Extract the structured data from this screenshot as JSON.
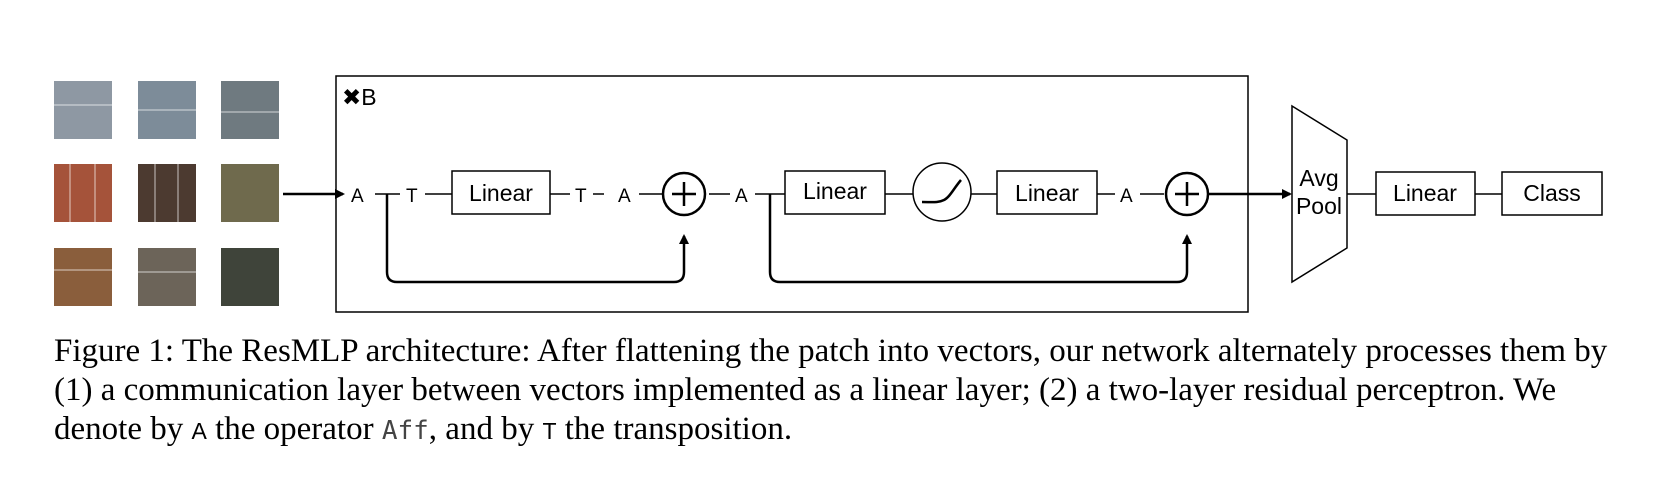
{
  "block": {
    "repeat_label": "✖B"
  },
  "diagram": {
    "op_A": "A",
    "op_T": "T",
    "linear": "Linear",
    "avg_pool_line1": "Avg",
    "avg_pool_line2": "Pool",
    "class": "Class"
  },
  "patches": {
    "colors": [
      "#8e98a3",
      "#7d8c99",
      "#6f7a80",
      "#a5533a",
      "#4c3a30",
      "#6f6a4d",
      "#8a5e3c",
      "#6c6459",
      "#3f443a"
    ]
  },
  "caption": {
    "prefix": "Figure 1: The ResMLP architecture: After flattening the patch into vectors, our network alternately processes them by (1) a communication layer between vectors implemented as a linear layer; (2) a two-layer residual perceptron. We denote by ",
    "sym_A": "A",
    "middle": " the operator ",
    "code": "Aff",
    "after_code": ", and by ",
    "sym_T": "T",
    "suffix": " the transposition."
  }
}
